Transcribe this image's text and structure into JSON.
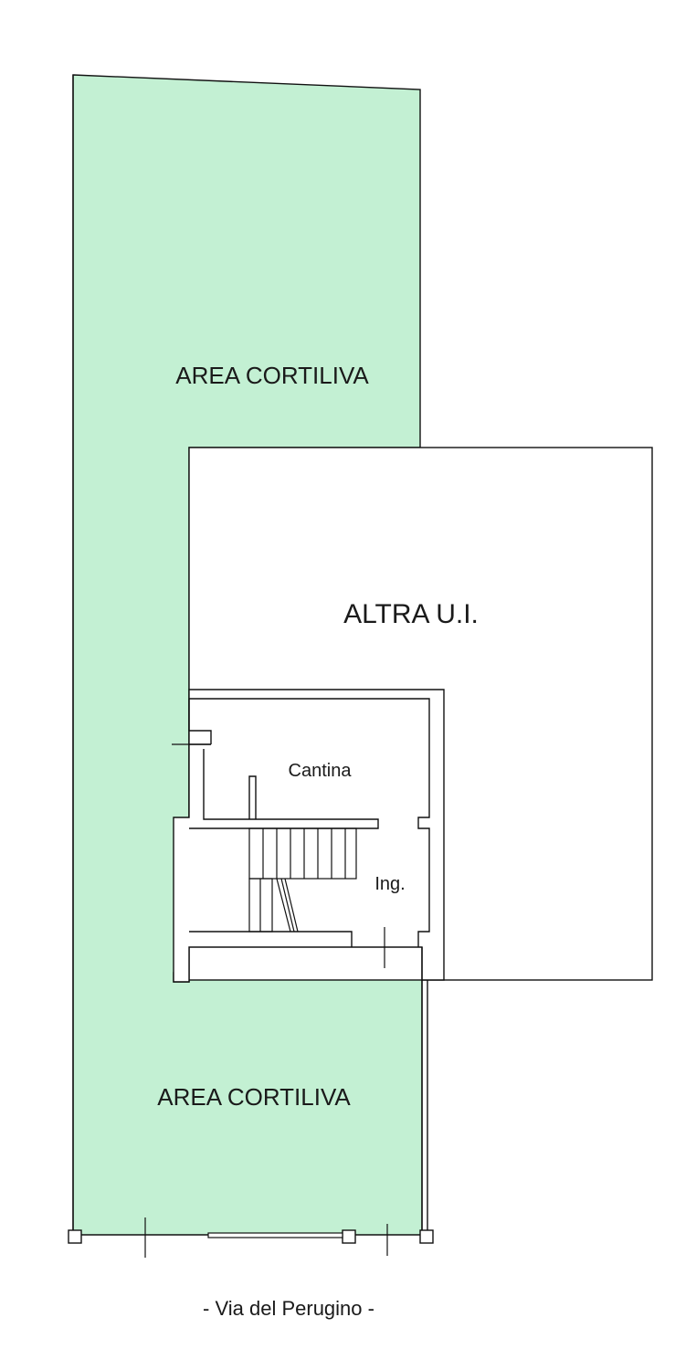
{
  "plan": {
    "courtyard_top_label": "AREA CORTILIVA",
    "other_unit_label": "ALTRA U.I.",
    "cellar_label": "Cantina",
    "entrance_label": "Ing.",
    "courtyard_bottom_label": "AREA CORTILIVA",
    "street_label": "- Via del Perugino -"
  },
  "colors": {
    "courtyard_fill": "#c3f0d3",
    "line": "#111111",
    "background": "#ffffff"
  }
}
